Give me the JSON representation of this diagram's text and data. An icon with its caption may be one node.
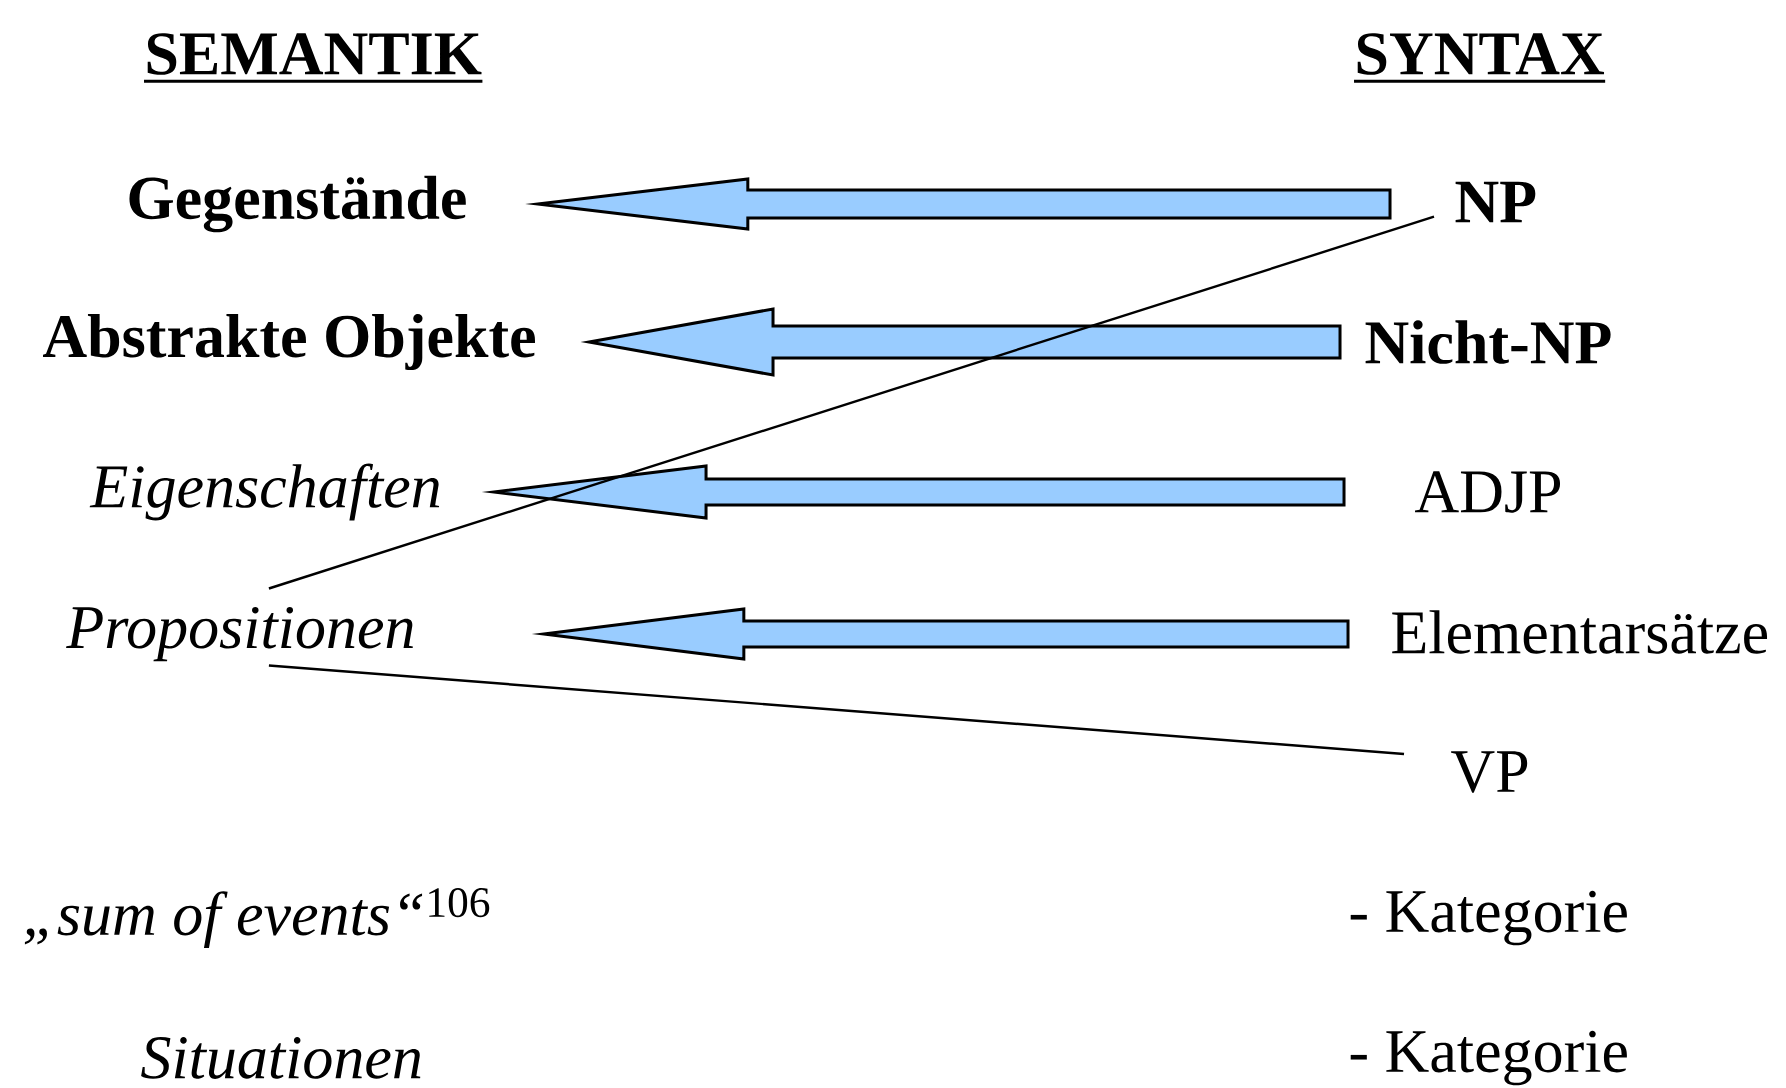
{
  "diagram": {
    "nodes": [
      {
        "text": [
          "Gegenstände"
        ]
      },
      {
        "text": [
          "Abstrakte Objekte"
        ]
      },
      {
        "text": [
          "Eigenschaften"
        ]
      },
      {
        "text": [
          "Propositionen"
        ]
      },
      {
        "text": [
          "NP"
        ]
      },
      {
        "text": [
          "Nicht-NP"
        ]
      },
      {
        "text": [
          "ADJP"
        ]
      },
      {
        "text": [
          "Elementarsätze"
        ]
      },
      {
        "text": [
          "VP"
        ]
      }
    ],
    "edges": [
      {
        "from": 4,
        "to": 0,
        "arrow": "to"
      },
      {
        "from": 5,
        "to": 1,
        "arrow": "to"
      },
      {
        "from": 6,
        "to": 2,
        "arrow": "to"
      },
      {
        "from": 7,
        "to": 3,
        "arrow": "to"
      },
      {
        "from": 3,
        "to": 4,
        "arrow": "none"
      },
      {
        "from": 3,
        "to": 8,
        "arrow": "none"
      }
    ],
    "labels": [
      "SEMANTIK",
      "SYNTAX",
      "*„sum of events“*$^{106}$",
      "- Kategorie",
      "Situationen",
      "- Kategorie"
    ]
  }
}
